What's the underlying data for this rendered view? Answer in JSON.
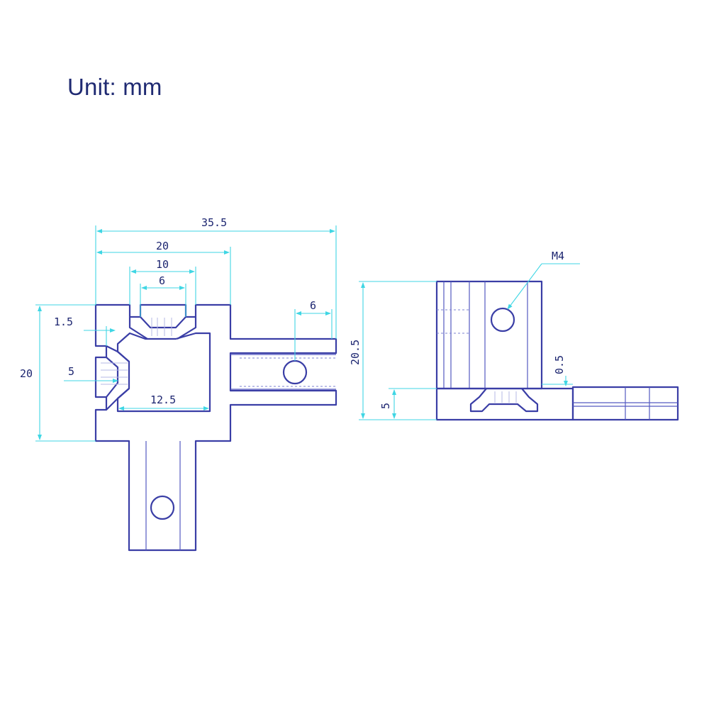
{
  "title": "Unit: mm",
  "front_view": {
    "dimensions": {
      "overall_width": "35.5",
      "body_width": "20",
      "slot_outer": "10",
      "slot_inner": "6",
      "arm_hole_width": "6",
      "wall_thickness": "1.5",
      "side_slot": "5",
      "height": "20",
      "inner_width": "12.5"
    }
  },
  "side_view": {
    "dimensions": {
      "thread": "M4",
      "height": "20.5",
      "gap": "0.5",
      "base_thickness": "5"
    }
  },
  "colors": {
    "outline": "#3a3ea6",
    "dimension_line": "#3fd6e4",
    "text": "#1c2570"
  }
}
